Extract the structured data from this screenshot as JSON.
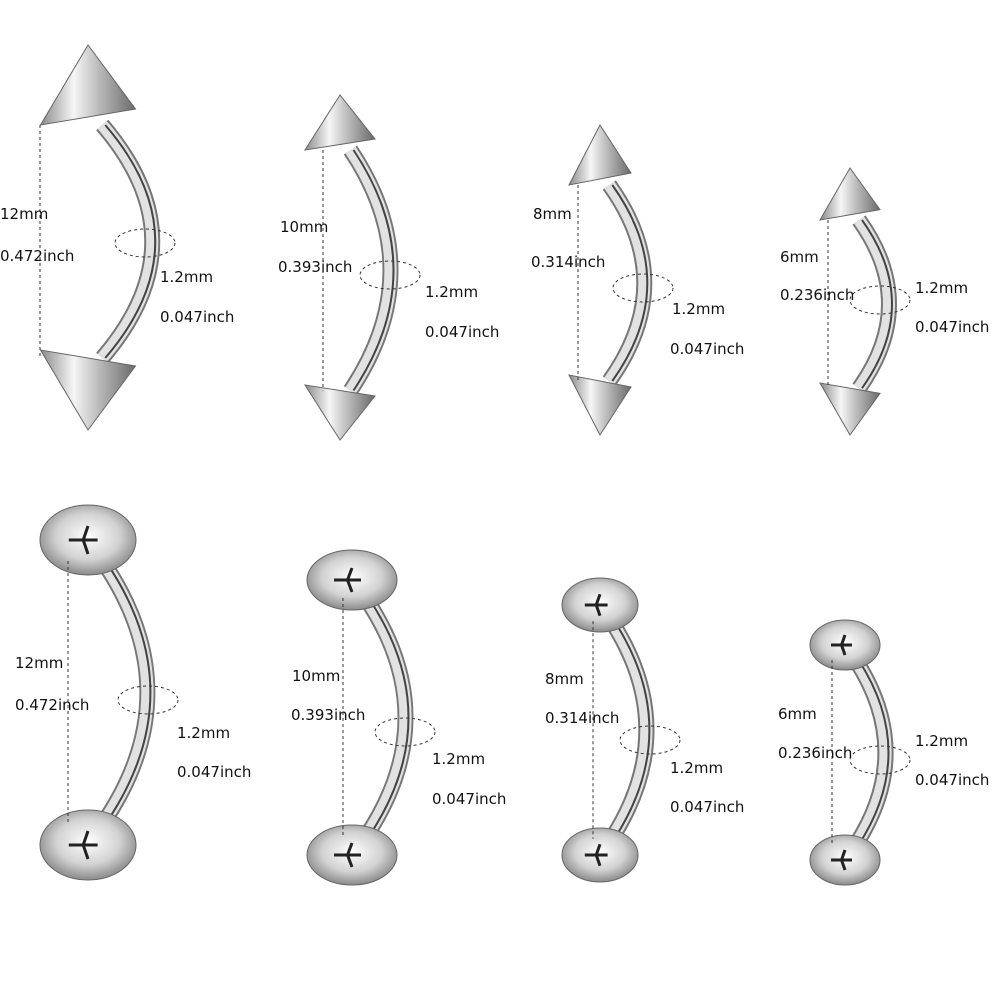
{
  "colors": {
    "metal_light": "#f4f4f4",
    "metal_mid": "#c4c4c4",
    "metal_dark": "#6e6e6e",
    "text": "#111111",
    "dash": "#333333"
  },
  "items": [
    {
      "type": "spike",
      "length_mm": "12mm",
      "length_in": "0.472inch",
      "gauge_mm": "1.2mm",
      "gauge_in": "0.047inch"
    },
    {
      "type": "spike",
      "length_mm": "10mm",
      "length_in": "0.393inch",
      "gauge_mm": "1.2mm",
      "gauge_in": "0.047inch"
    },
    {
      "type": "spike",
      "length_mm": "8mm",
      "length_in": "0.314inch",
      "gauge_mm": "1.2mm",
      "gauge_in": "0.047inch"
    },
    {
      "type": "spike",
      "length_mm": "6mm",
      "length_in": "0.236inch",
      "gauge_mm": "1.2mm",
      "gauge_in": "0.047inch"
    },
    {
      "type": "ball",
      "length_mm": "12mm",
      "length_in": "0.472inch",
      "gauge_mm": "1.2mm",
      "gauge_in": "0.047inch"
    },
    {
      "type": "ball",
      "length_mm": "10mm",
      "length_in": "0.393inch",
      "gauge_mm": "1.2mm",
      "gauge_in": "0.047inch"
    },
    {
      "type": "ball",
      "length_mm": "8mm",
      "length_in": "0.314inch",
      "gauge_mm": "1.2mm",
      "gauge_in": "0.047inch"
    },
    {
      "type": "ball",
      "length_mm": "6mm",
      "length_in": "0.236inch",
      "gauge_mm": "1.2mm",
      "gauge_in": "0.047inch"
    }
  ]
}
